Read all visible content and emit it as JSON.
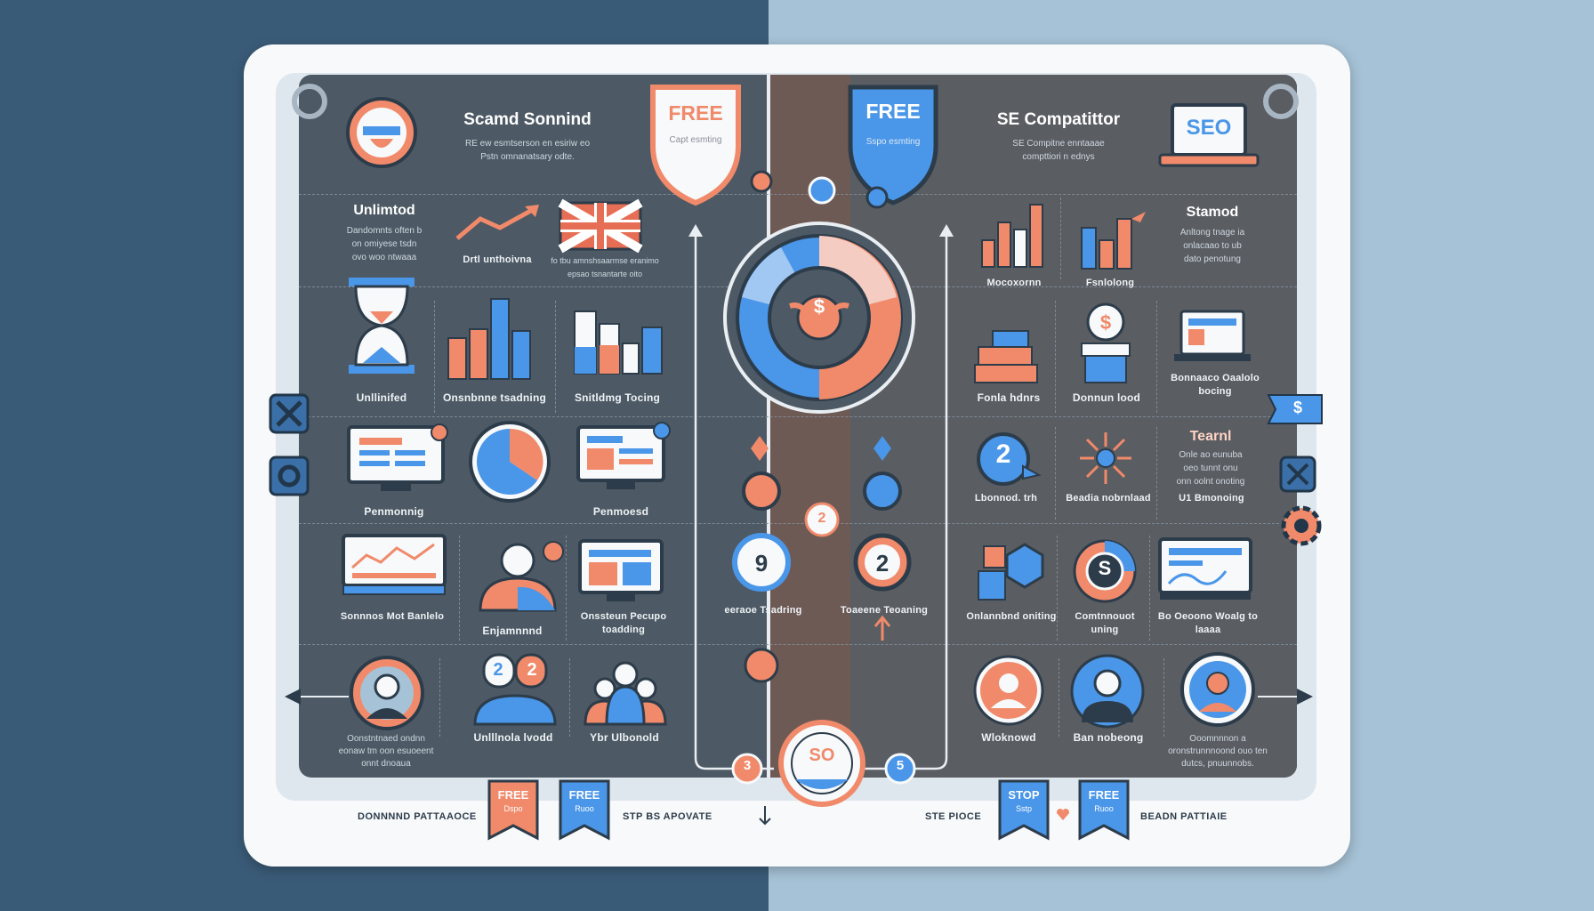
{
  "colors": {
    "orange": "#f08a6a",
    "blue": "#4a96e8",
    "navy": "#2c3c4a",
    "board": "#4d5964"
  },
  "left": {
    "title": "Scamd Sonnind",
    "subtitle": [
      "RE ew esmtserson en esiriw eo",
      "Pstn omnanatsary odte."
    ],
    "shield": {
      "title": "FREE",
      "sub": "Capt esmting"
    },
    "headline": {
      "title": "Unlimtod",
      "desc": [
        "Dandomnts often b",
        "on omiyese tsdn",
        "ovo woo ntwaaa"
      ]
    },
    "chart_label": "Drtl unthoivna",
    "flag_label": [
      "fo tbu amnshsaarmse eranimo",
      "epsao tsnantarte oito"
    ],
    "row1": [
      "Unllinifed",
      "Onsnbnne tsadning",
      "Snitldmg Tocing"
    ],
    "row2": [
      "Penmonnig",
      "Penmoesd"
    ],
    "row3": [
      "Sonnnos Mot Banlelo",
      "Enjamnnnd",
      "Onssteun Pecupo toadding"
    ],
    "row4": [
      "Oonstntnaed ondnn eonaw tm oon esuoeent onnt dnoaua",
      "Unlllnola lvodd",
      "Ybr Ulbonold"
    ]
  },
  "right": {
    "title": "SE Compatittor",
    "subtitle": [
      "SE Compitne enntaaae",
      "compttiori n ednys"
    ],
    "shield": {
      "title": "FREE",
      "sub": "Sspo esmting"
    },
    "seo": "SEO",
    "headline": {
      "title": "Stamod",
      "desc": [
        "Anltong tnage ia",
        "onlacaao to ub",
        "dato penotung"
      ]
    },
    "row1": [
      "Mocoxornn",
      "Fsnlolong"
    ],
    "row2": [
      "Fonla hdnrs",
      "Donnun lood",
      "Bonnaaco Oaalolo bocing"
    ],
    "team": {
      "title": "Tearnl",
      "desc": [
        "Onle ao eunuba",
        "oeo tunnt onu",
        "onn oolnt onoting"
      ]
    },
    "row3": [
      "Lbonnod. trh",
      "Beadia nobrnlaad",
      "U1 Bmonoing"
    ],
    "row4": [
      "Onlannbnd oniting",
      "Comtnnouot uning",
      "Bo Oeoono Woalg to laaaa"
    ],
    "row5": [
      "Wloknowd",
      "Ban nobeong",
      "Ooomnnnon a oronstrunnnoond ouo ten dutcs, pnuunnobs."
    ],
    "badge_right": "$"
  },
  "center": {
    "top_badge": "$",
    "steps": {
      "left": [
        "2",
        "9"
      ],
      "right": [
        "2"
      ]
    },
    "step_labels": [
      "eeraoe Tsadring",
      "Toaeene Teoaning"
    ],
    "bottom": {
      "text": "SO",
      "nums": [
        "3",
        "5"
      ]
    }
  },
  "footer": {
    "left": "DONNNND PATTAAOCE",
    "mid_left": "STP BS APOVATE",
    "mid_right": "STE PIOCE",
    "right": "BEADN PATTIAIE",
    "ribbons": [
      {
        "top": "FREE",
        "sub": "Dspo"
      },
      {
        "top": "FREE",
        "sub": "Ruoo"
      },
      {
        "top": "STOP",
        "sub": "Sstp"
      },
      {
        "top": "FREE",
        "sub": "Ruoo"
      }
    ]
  }
}
